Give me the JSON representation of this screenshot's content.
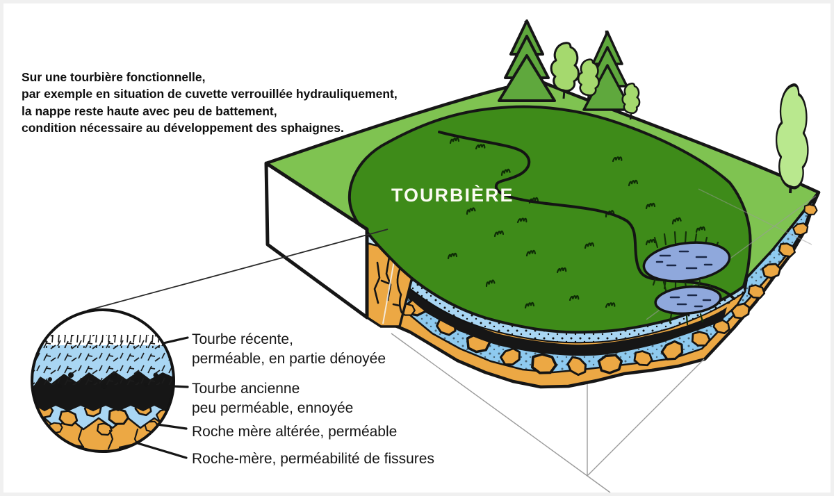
{
  "intro": {
    "lines": [
      "Sur une tourbière fonctionnelle,",
      "par exemple en situation de cuvette verrouillée hydrauliquement,",
      "la nappe reste haute avec peu de battement,",
      "condition nécessaire au développement des sphaignes."
    ]
  },
  "diagram": {
    "bog_label": "TOURBIÈRE"
  },
  "inset_labels": {
    "label1_line1": "Tourbe récente,",
    "label1_line2": "perméable, en partie dénoyée",
    "label2_line1": "Tourbe ancienne",
    "label2_line2": "peu perméable, ennoyée",
    "label3": "Roche mère altérée, perméable",
    "label4": "Roche-mère, perméabilité de fissures"
  },
  "colors": {
    "surface_green": "#7fc351",
    "bog_green": "#3e8b19",
    "water_blue": "#8ecaef",
    "water_blue_pale": "#a9d6f3",
    "pool_blue": "#8fa8dc",
    "bedrock_orange": "#eca844",
    "peat_black": "#161616",
    "ink_outline": "#161616",
    "conifer_green": "#5fa83d",
    "bush_green": "#a5d96e",
    "tall_tree_green": "#b9e88e"
  }
}
